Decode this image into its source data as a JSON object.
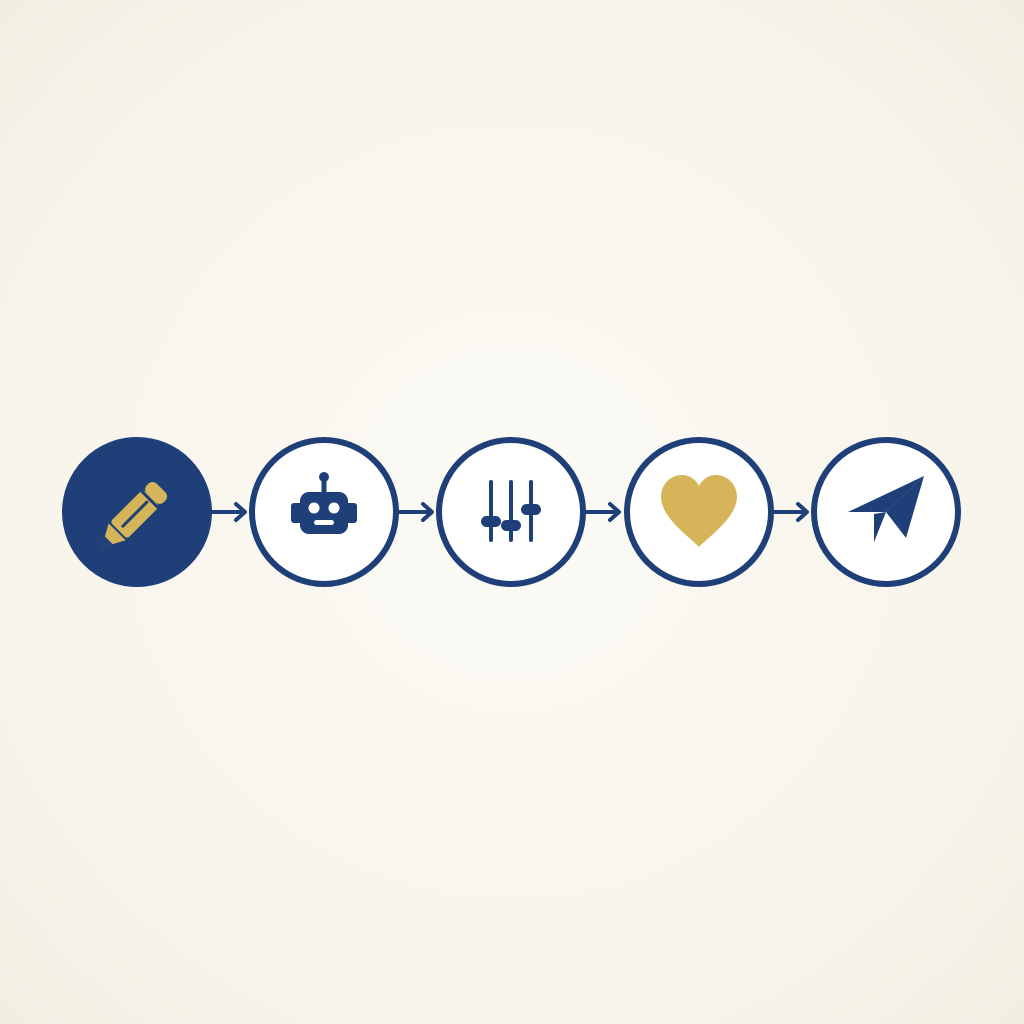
{
  "colors": {
    "navy": "#1e3f78",
    "gold": "#d6b45a",
    "background": "#f7f4ea",
    "circle_fill": "#ffffff"
  },
  "steps": [
    {
      "icon": "pencil-icon",
      "state": "active"
    },
    {
      "icon": "robot-icon",
      "state": "default"
    },
    {
      "icon": "sliders-icon",
      "state": "default"
    },
    {
      "icon": "heart-icon",
      "state": "default"
    },
    {
      "icon": "paper-plane-icon",
      "state": "default"
    }
  ],
  "connectors": 4
}
